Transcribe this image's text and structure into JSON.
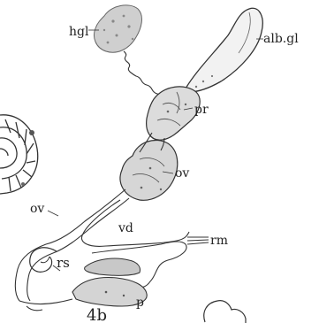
{
  "figure": {
    "panel_label": "4b",
    "labels": {
      "hgl": "hgl",
      "alb_gl": "alb.gl",
      "pr": "pr",
      "ov_upper": "ov",
      "ov_left": "ov",
      "vd": "vd",
      "rm": "rm",
      "rs": "rs",
      "p": "p"
    }
  }
}
